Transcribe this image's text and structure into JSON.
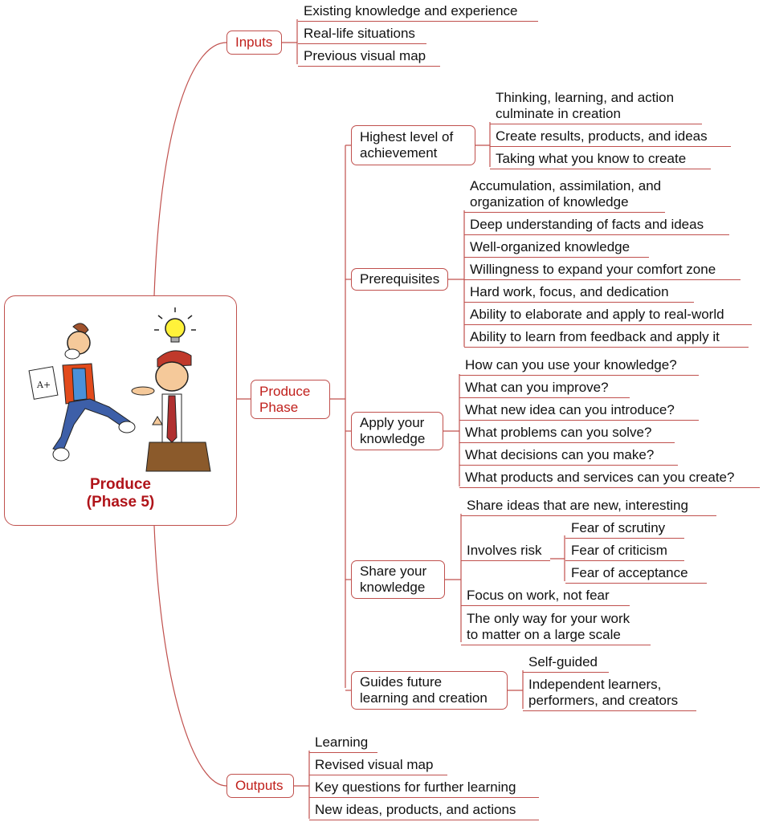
{
  "center": {
    "title": "Produce\n(Phase 5)",
    "illustration": "two-cartoon-characters-with-lightbulb"
  },
  "branches": {
    "inputs": {
      "label": "Inputs",
      "items": [
        "Existing knowledge and experience",
        "Real-life situations",
        "Previous visual map"
      ]
    },
    "produce_phase": {
      "label": "Produce\nPhase",
      "highest": {
        "label": "Highest level of\nachievement",
        "items": [
          "Thinking, learning, and action\nculminate in creation",
          "Create results, products, and ideas",
          "Taking what you know to create"
        ]
      },
      "prerequisites": {
        "label": "Prerequisites",
        "items": [
          "Accumulation, assimilation, and\norganization of  knowledge",
          "Deep understanding of facts and ideas",
          "Well-organized knowledge",
          "Willingness to expand your comfort zone",
          "Hard work, focus, and dedication",
          "Ability to elaborate and apply to real-world",
          "Ability to learn from feedback and apply it"
        ]
      },
      "apply": {
        "label": "Apply your\nknowledge",
        "items": [
          "How can you use your knowledge?",
          "What can you improve?",
          "What new idea can you introduce?",
          "What problems can you solve?",
          "What decisions can you make?",
          "What products and services can you create?"
        ]
      },
      "share": {
        "label": "Share your\nknowledge",
        "items": [
          "Share ideas that are new, interesting",
          "Involves risk",
          "Focus on work, not fear",
          "The only way for your work\nto matter on a large scale"
        ],
        "risk_items": [
          "Fear of scrutiny",
          "Fear of criticism",
          "Fear of acceptance"
        ]
      },
      "guides": {
        "label": "Guides future\nlearning and creation",
        "items": [
          "Self-guided",
          "Independent learners,\nperformers, and creators"
        ]
      }
    },
    "outputs": {
      "label": "Outputs",
      "items": [
        "Learning",
        "Revised visual map",
        "Key questions for further learning",
        "New ideas, products, and actions"
      ]
    }
  },
  "colors": {
    "line": "#c0504d",
    "accent": "#c0201c",
    "title": "#b0141a"
  }
}
